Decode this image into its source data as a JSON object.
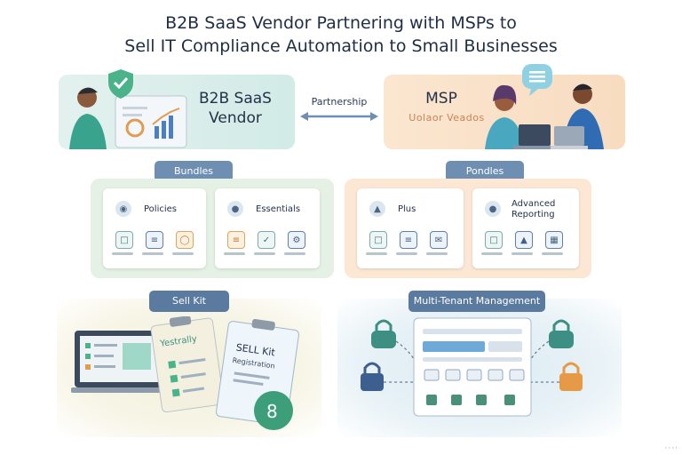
{
  "title": {
    "line1": "B2B SaaS Vendor Partnering with MSPs to",
    "line2": "Sell IT Compliance Automation to Small Businesses"
  },
  "vendor": {
    "label_line1": "B2B SaaS",
    "label_line2": "Vendor"
  },
  "partnership": {
    "label": "Partnership"
  },
  "msp": {
    "label": "MSP",
    "sublabel": "Uolaor Veados"
  },
  "sections": {
    "bundles": "Bundles",
    "pondles": "Pondles",
    "sell_kit": "Sell Kit",
    "multi_tenant": "Multi-Tenant Management"
  },
  "cards": {
    "policies": "Policies",
    "essentials": "Essentials",
    "plus": "Plus",
    "advanced_line1": "Advanced",
    "advanced_line2": "Reporting"
  },
  "sell_kit": {
    "doc_line1": "SELL Kit",
    "doc_line2": "Registration",
    "clipboard_text": "Yestrally",
    "badge": "8"
  },
  "colors": {
    "vendor_bg": "#d2ebe7",
    "msp_bg": "#f7dcc0",
    "green_panel": "#e4f1e4",
    "orange_panel": "#fbe7d4",
    "pill": "#6f8fb2",
    "accent_orange": "#e79a45",
    "accent_teal": "#3d8f84"
  },
  "icons": [
    "shield-check-icon",
    "chart-icon",
    "chat-icon",
    "laptop-icon",
    "lock-icon",
    "clipboard-icon",
    "badge-icon"
  ]
}
